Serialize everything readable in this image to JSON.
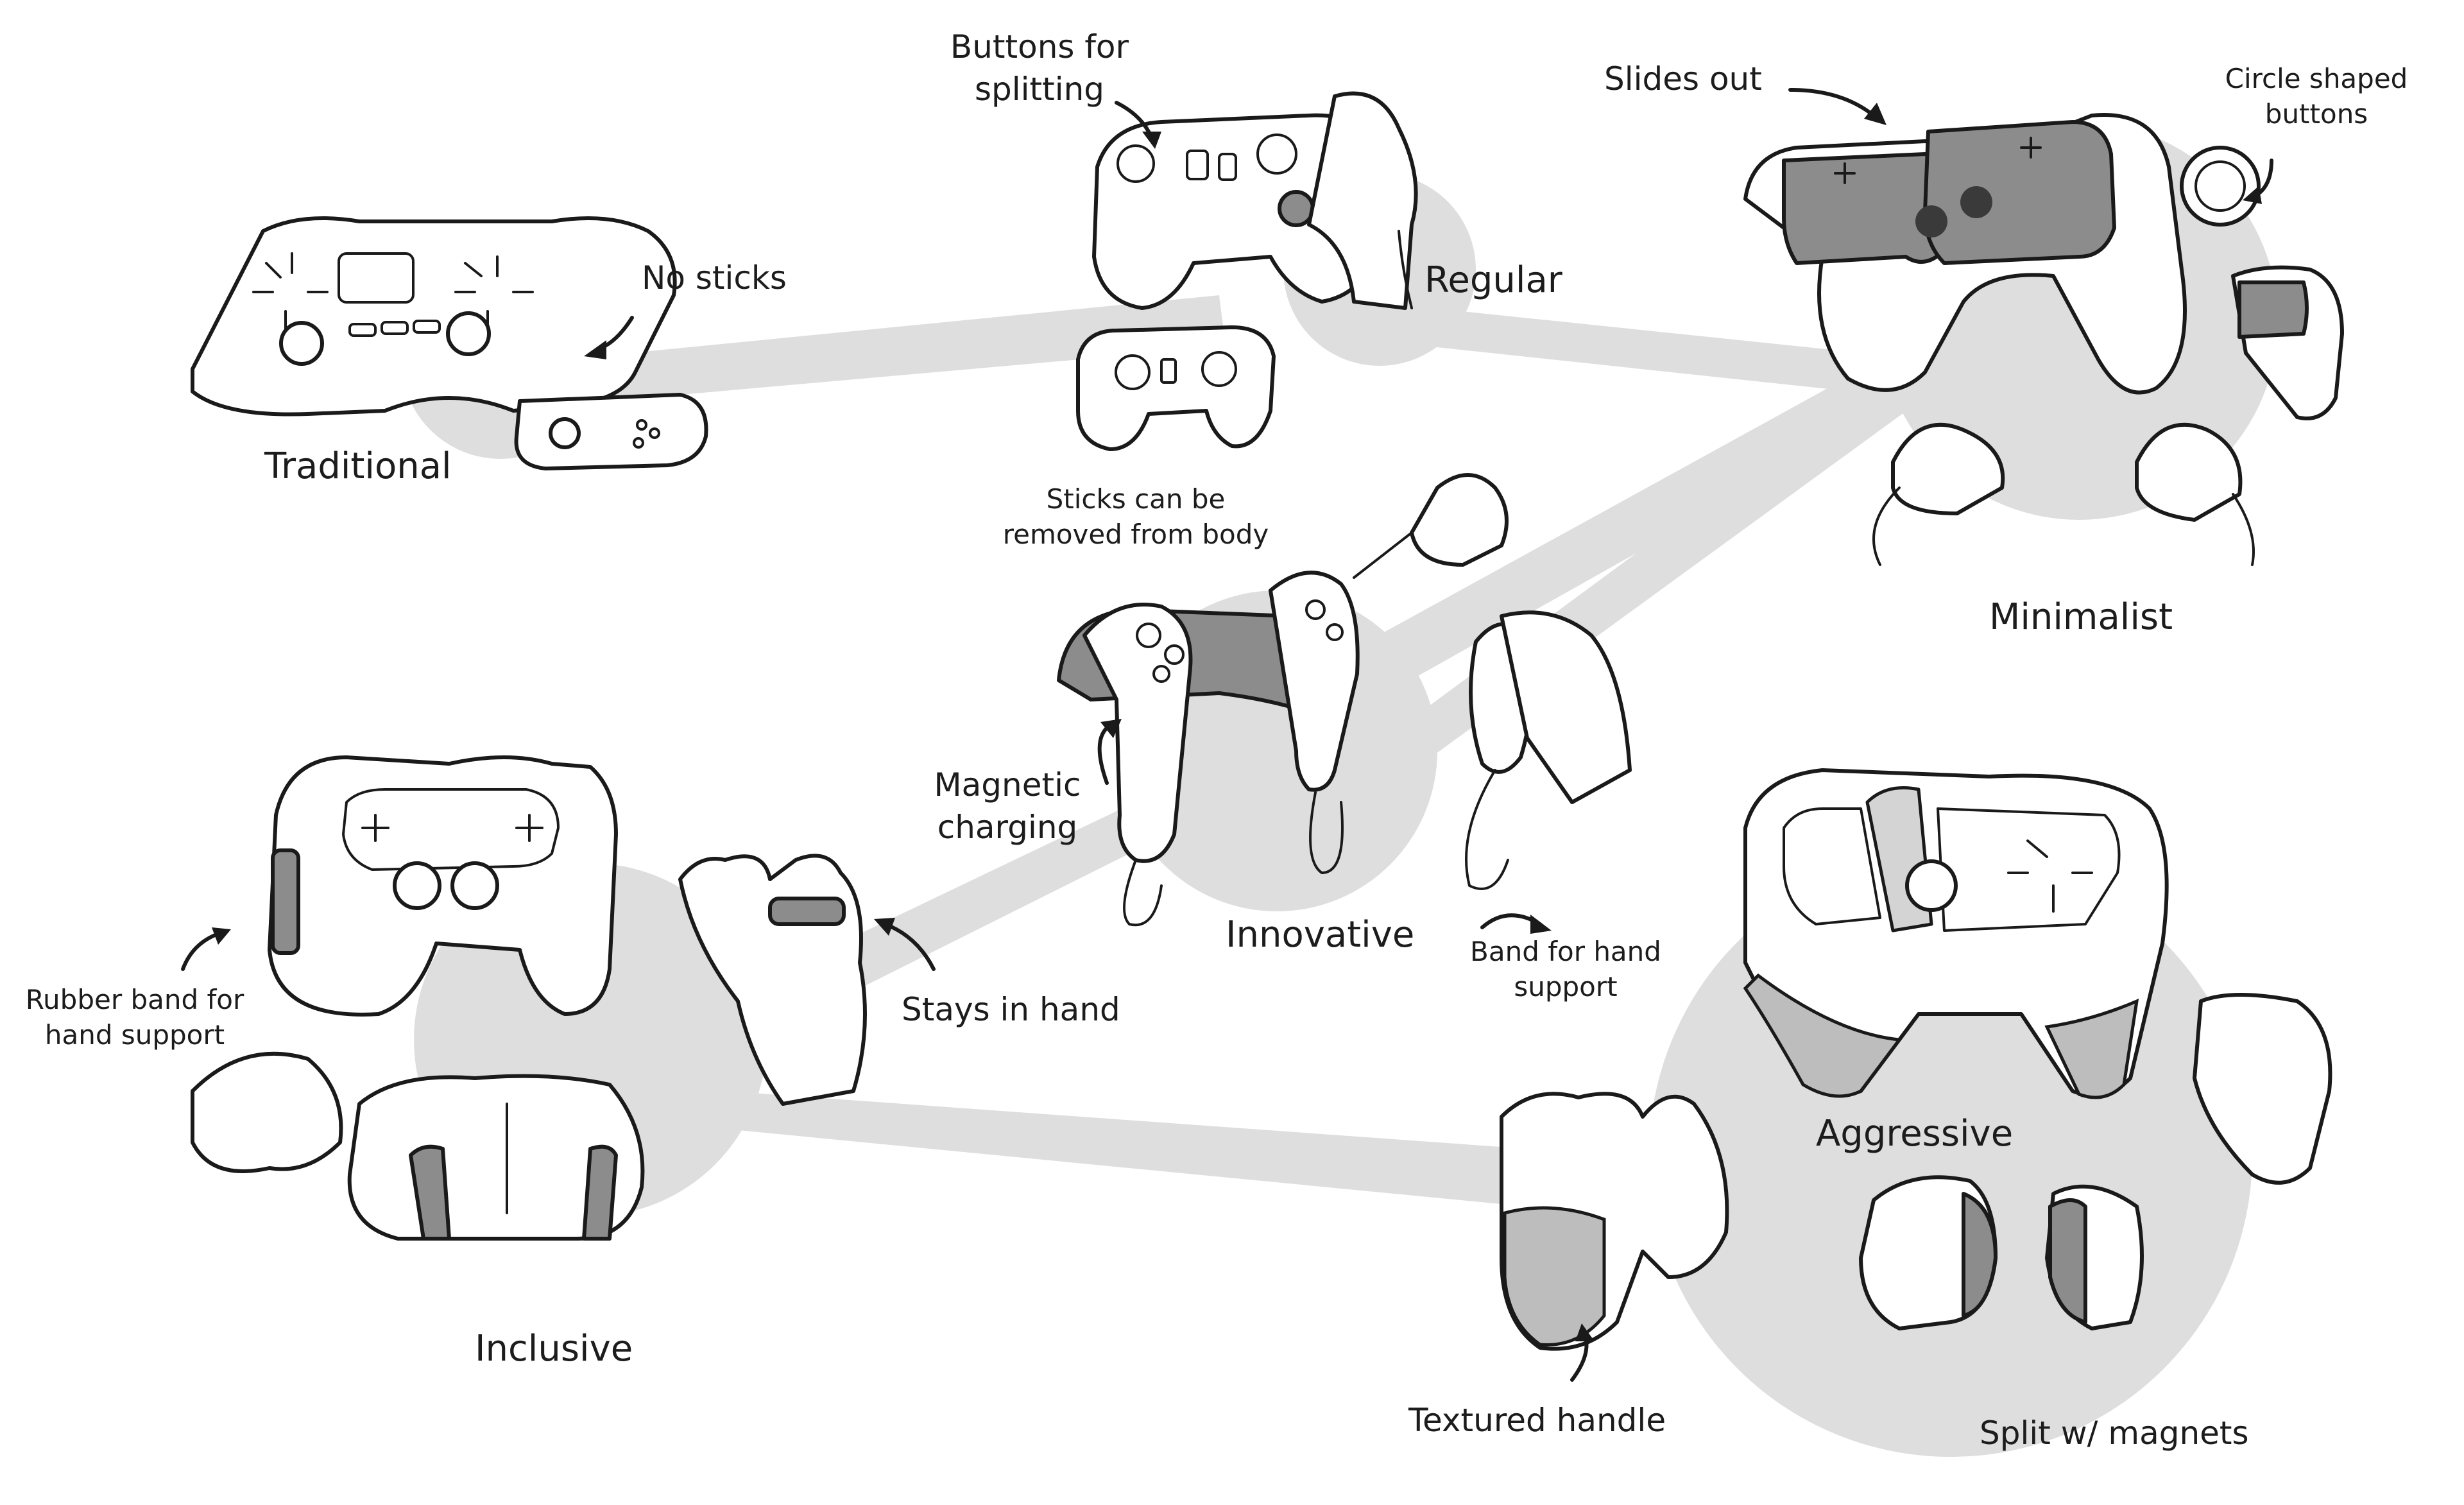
{
  "groups": [
    {
      "id": "traditional",
      "label": "Traditional"
    },
    {
      "id": "regular",
      "label": "Regular"
    },
    {
      "id": "minimalist",
      "label": "Minimalist"
    },
    {
      "id": "innovative",
      "label": "Innovative"
    },
    {
      "id": "inclusive",
      "label": "Inclusive"
    },
    {
      "id": "aggressive",
      "label": "Aggressive"
    }
  ],
  "annotations": {
    "no_sticks": "No sticks",
    "buttons_for_splitting": "Buttons for\nsplitting",
    "slides_out": "Slides out",
    "circle_shaped_buttons": "Circle shaped\nbuttons",
    "sticks_removed": "Sticks can be\nremoved from body",
    "magnetic_charging": "Magnetic\ncharging",
    "band_hand_support": "Band for hand\nsupport",
    "stays_in_hand": "Stays in hand",
    "rubber_band": "Rubber band for\nhand support",
    "textured_handle": "Textured handle",
    "split_magnets": "Split w/ magnets"
  },
  "colors": {
    "connector": "#dedede",
    "ink": "#1a1a1a",
    "accent_dark": "#8c8c8c",
    "texture": "#bdbdbd"
  },
  "icons": [
    "controller-sketch",
    "hand-sketch",
    "arrow"
  ]
}
